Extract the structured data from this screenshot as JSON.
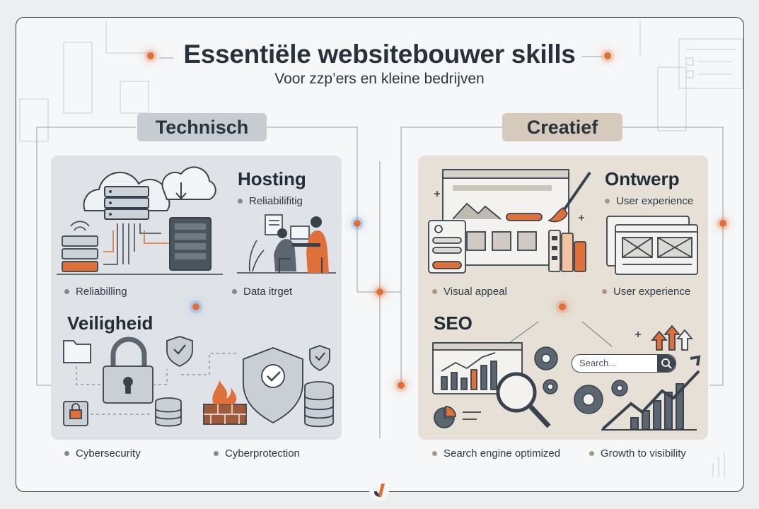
{
  "header": {
    "title": "Essentiële websitebouwer skills",
    "subtitle": "Voor zzp’ers en kleine bedrijven"
  },
  "categories": {
    "technical": "Technisch",
    "creative": "Creatief"
  },
  "sections": {
    "hosting": {
      "title": "Hosting",
      "bullets": [
        "Reliabilifitig",
        "Reliabilling",
        "Data itrget"
      ]
    },
    "security": {
      "title": "Veiligheid",
      "bullets": [
        "Cybersecurity",
        "Cyberprotection"
      ]
    },
    "design": {
      "title": "Ontwerp",
      "bullets": [
        "User experience",
        "Visual appeal",
        "User experience"
      ]
    },
    "seo": {
      "title": "SEO",
      "search_placeholder": "Search...",
      "bullets": [
        "Search engine optimized",
        "Growth to visibility"
      ]
    }
  },
  "icons": [
    "cloud-server-icon",
    "server-rack-icon",
    "wifi-icon",
    "workers-at-desk-icon",
    "folder-icon",
    "padlock-icon",
    "shield-check-icon",
    "firewall-icon",
    "database-icon",
    "website-mockup-icon",
    "paintbrush-icon",
    "color-swatch-icon",
    "wireframe-windows-icon",
    "analytics-dashboard-icon",
    "magnifier-icon",
    "gear-icon",
    "growth-chart-icon",
    "search-icon",
    "logo-icon"
  ],
  "colors": {
    "accent": "#e0703a",
    "technical_panel": "#dfe3e7",
    "creative_panel": "#e6e0d7",
    "technical_label": "#c5ccd2",
    "creative_label": "#d5cabb",
    "dark": "#2f3a44"
  }
}
